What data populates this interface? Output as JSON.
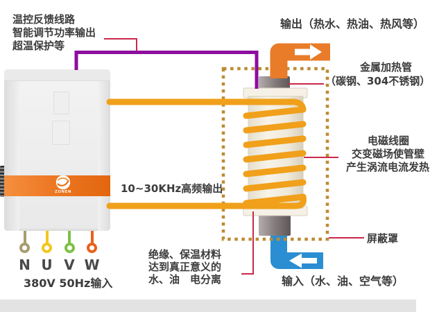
{
  "diagram_title": "electromagnetic-induction-heater-principle",
  "colors": {
    "feedback_wire_purple": "#8d0d9e",
    "callout_red": "#c9284a",
    "coil_orange": "#f0a01a",
    "output_pipe_orange": "#e87c28",
    "input_pipe_blue": "#2b8ed2",
    "shield_dash_brown": "#bd8b33",
    "band_orange": "#ed7125",
    "wire_n": "#a79d6f",
    "wire_u": "#f3c61e",
    "wire_v": "#7cc242",
    "wire_w": "#e8611c"
  },
  "feedback_note": {
    "line1": "温控反馈线路",
    "line2": "智能调节功率输出",
    "line3": "超温保护等"
  },
  "output_label": "输出（热水、热油、热风等）",
  "heating_tube_label": {
    "line1": "金属加热管",
    "line2": "（碳钢、304不锈钢）"
  },
  "coil_label": {
    "line1": "电磁线圈",
    "line2": "交变磁场使管壁",
    "line3": "产生涡流电流发热"
  },
  "shield_label": "屏蔽罩",
  "hf_label": "10~30KHz高频输出",
  "insulation_note": {
    "line1": "绝缘、保温材料",
    "line2": "达到真正意义的",
    "line3": "水、油　电分离"
  },
  "input_label": "输入（水、油、空气等）",
  "controller": {
    "brand": "ZUNEN",
    "terminals": [
      "N",
      "U",
      "V",
      "W"
    ],
    "power_label": "380V 50Hz输入"
  }
}
